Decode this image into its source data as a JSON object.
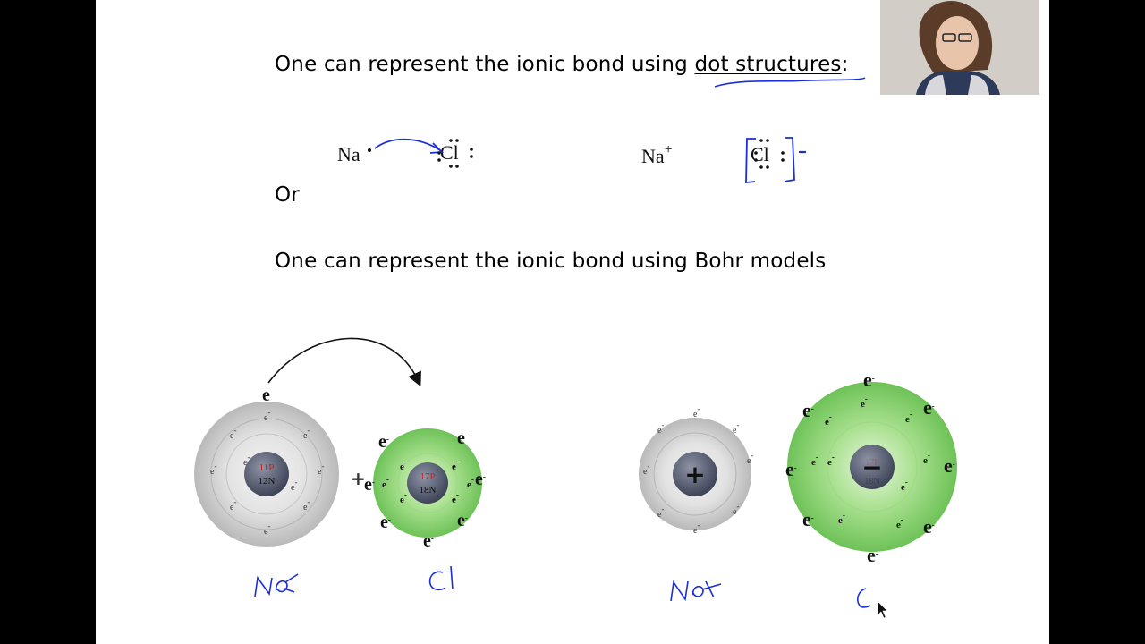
{
  "slide": {
    "line1_prefix": "One can represent the ionic bond using ",
    "line1_link": "dot structures",
    "line1_suffix": ":",
    "or": "Or",
    "line2": "One can represent the ionic bond using Bohr models"
  },
  "dot_structures": {
    "na": "Na",
    "cl": "Cl",
    "na_ion": "Na",
    "na_ion_charge": "+",
    "cl_ion": "Cl"
  },
  "bohr_models": {
    "electron": "e",
    "electron_charge": "-",
    "plus_sign": "+",
    "sodium": {
      "protons": "11P",
      "neutrons": "12N"
    },
    "chlorine": {
      "protons": "17P",
      "neutrons": "18N"
    },
    "sodium_ion_charge": "+",
    "chloride_ion_charge": "−",
    "chloride_faded_protons": "17P",
    "chloride_faded_neutrons": "18N"
  },
  "colors": {
    "ink_blue": "#1a2fd8",
    "proton_red": "#cc1f1f",
    "chlorine_green": "#7fd36a",
    "sodium_gray": "#c8c8c8",
    "nucleus": "#5d6478"
  }
}
